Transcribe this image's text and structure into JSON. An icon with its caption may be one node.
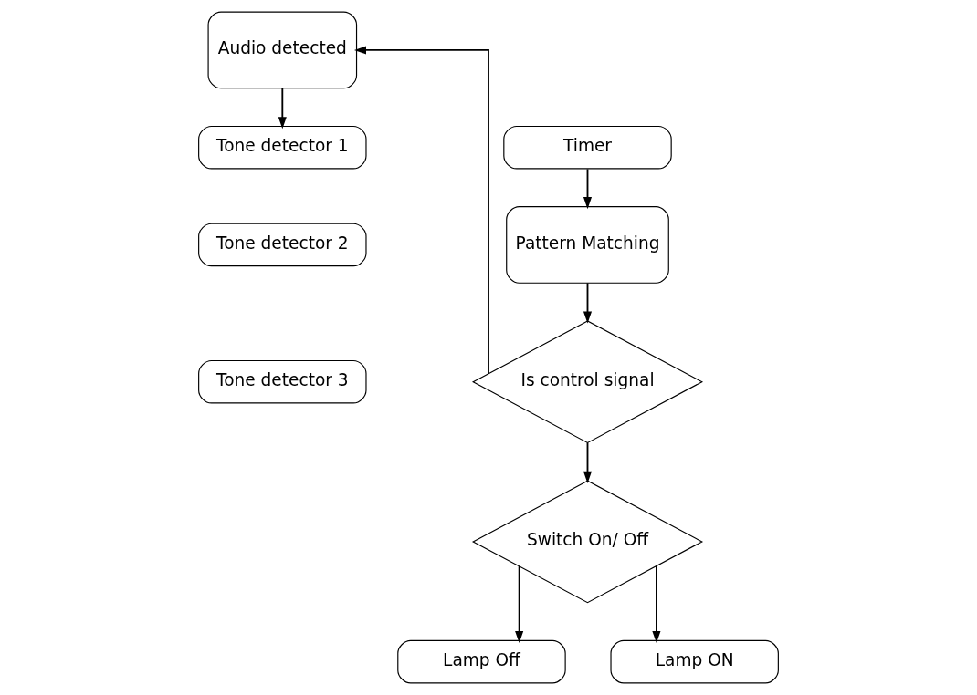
{
  "diagram": {
    "nodes": [
      {
        "text": [
          "Audio detected"
        ]
      },
      {
        "text": [
          "Tone detector 1"
        ]
      },
      {
        "text": [
          "Tone detector 2"
        ]
      },
      {
        "text": [
          "Tone detector 3"
        ]
      },
      {
        "text": [
          "Timer"
        ]
      },
      {
        "text": [
          "Pattern Matching"
        ]
      },
      {
        "text": [
          "Is control signal"
        ]
      },
      {
        "text": [
          "Switch On/ Off"
        ]
      },
      {
        "text": [
          "Lamp Off"
        ]
      },
      {
        "text": [
          "Lamp ON"
        ]
      }
    ],
    "edges": [
      {
        "from": 0,
        "to": 1,
        "arrow": "to"
      },
      {
        "from": 4,
        "to": 5,
        "arrow": "to"
      },
      {
        "from": 5,
        "to": 6,
        "arrow": "to"
      },
      {
        "from": 6,
        "to": 7,
        "arrow": "to"
      },
      {
        "from": 7,
        "to": 8,
        "arrow": "to"
      },
      {
        "from": 7,
        "to": 9,
        "arrow": "to"
      },
      {
        "from": 6,
        "to": 0,
        "arrow": "to"
      }
    ]
  }
}
